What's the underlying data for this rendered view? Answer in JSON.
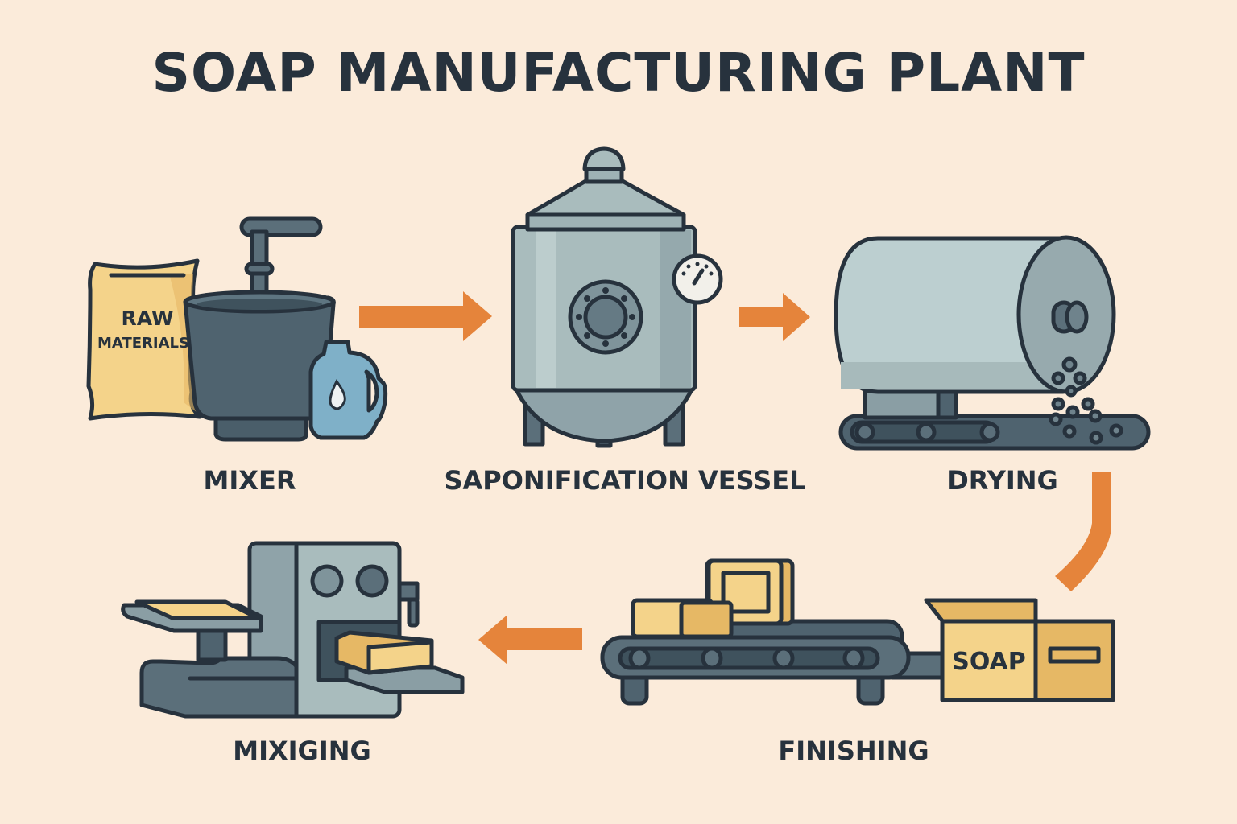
{
  "title": "SOAP MANUFACTURING PLANT",
  "colors": {
    "background": "#fbebda",
    "text": "#27323d",
    "arrow": "#e5843b",
    "steel_light": "#a9bcbd",
    "steel_dark": "#5b6f7a",
    "soap_yellow": "#f4d38a",
    "bottle_blue": "#7fb0c8"
  },
  "stages": [
    {
      "id": "mixer",
      "label": "MIXER",
      "items": {
        "bag_label_line1": "RAW",
        "bag_label_line2": "MATERIALS"
      }
    },
    {
      "id": "saponification",
      "label": "SAPONIFICATION VESSEL"
    },
    {
      "id": "drying",
      "label": "DRYING"
    },
    {
      "id": "finishing",
      "label": "FINISHING",
      "items": {
        "box_label": "SOAP"
      }
    },
    {
      "id": "mixiging",
      "label": "MIXIGING"
    }
  ],
  "flow": [
    {
      "from": "mixer",
      "to": "saponification",
      "direction": "right"
    },
    {
      "from": "saponification",
      "to": "drying",
      "direction": "right"
    },
    {
      "from": "drying",
      "to": "finishing",
      "direction": "down-curve"
    },
    {
      "from": "finishing",
      "to": "mixiging",
      "direction": "left"
    }
  ]
}
